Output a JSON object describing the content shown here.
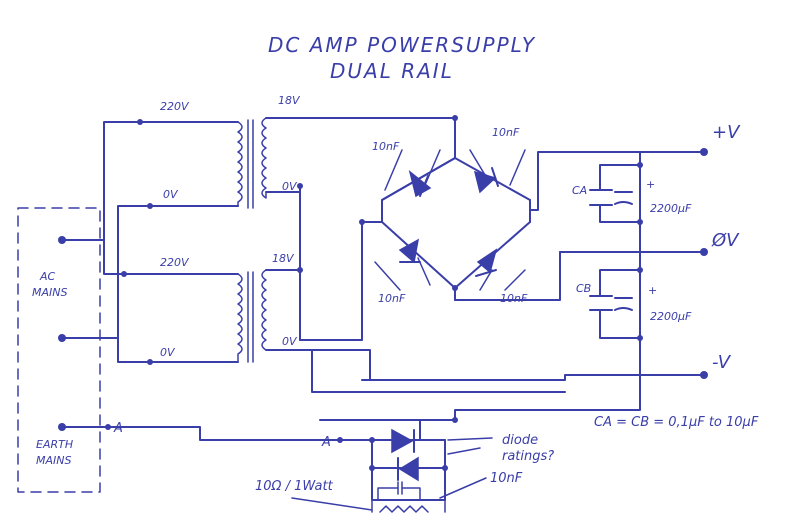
{
  "title": {
    "line1": "DC AMP POWERSUPPLY",
    "line2": "DUAL RAIL"
  },
  "transformer": {
    "upper_primary_top": "220V",
    "upper_primary_bottom": "0V",
    "upper_secondary_top": "18V",
    "upper_secondary_bottom": "0V",
    "lower_primary_top": "220V",
    "lower_primary_bottom": "0V",
    "lower_secondary_top": "18V",
    "lower_secondary_bottom": "0V"
  },
  "bridge": {
    "cap_tl": "10nF",
    "cap_tr": "10nF",
    "cap_bl": "10nF",
    "cap_br": "10nF"
  },
  "filter": {
    "ca_label": "CA",
    "ca_value": "2200µF",
    "cb_label": "CB",
    "cb_value": "2200µF",
    "plus": "+",
    "plus2": "+"
  },
  "outputs": {
    "pos": "+V",
    "zero": "ØV",
    "neg": "-V"
  },
  "ac_mains": {
    "line1": "AC",
    "line2": "MAINS"
  },
  "earth_mains": {
    "line1": "EARTH",
    "line2": "MAINS"
  },
  "earth_point_a1": "A",
  "earth_point_a2": "A",
  "cap_note": "CA = CB = 0,1µF to 10µF",
  "diode_note": {
    "line1": "diode",
    "line2": "ratings?"
  },
  "resistor_note": "10Ω / 1Watt",
  "ground_cap_note": "10nF"
}
